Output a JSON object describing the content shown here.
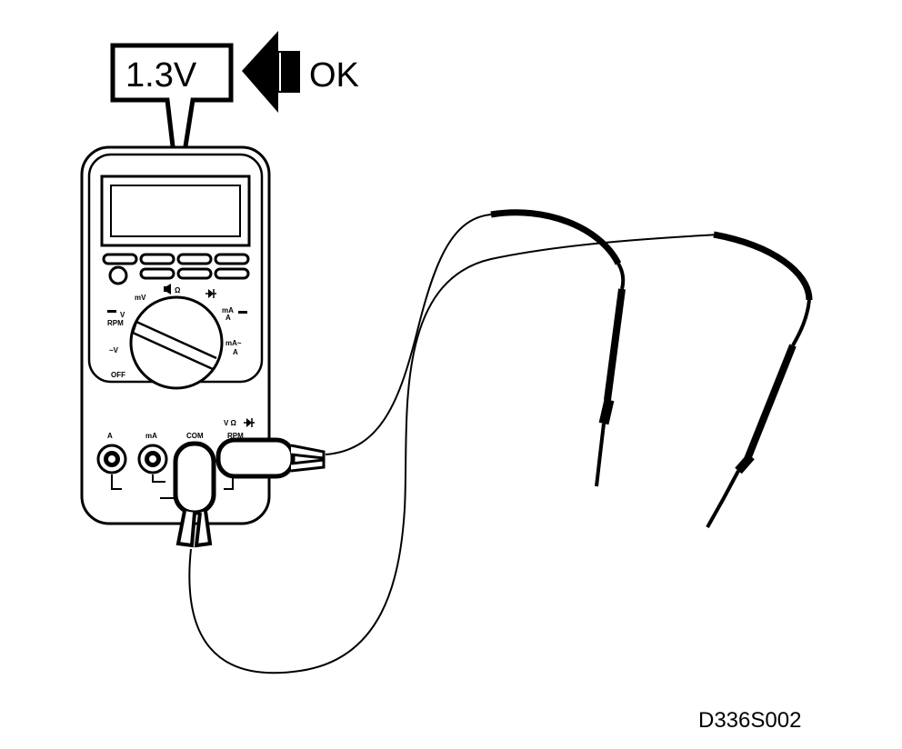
{
  "callout": {
    "reading": "1.3V",
    "verdict": "OK"
  },
  "dial_labels": {
    "mv": "mV",
    "dc_v": "V",
    "rpm": "RPM",
    "ac_v": "~V",
    "off": "OFF",
    "buzzer_ohm": "Ω",
    "ma_a_dc": "mA\nA",
    "ma_a_ac": "mA~\nA"
  },
  "jack_labels": {
    "a": "A",
    "ma": "mA",
    "com": "COM",
    "v_ohm": "V Ω",
    "rpm": "RPM"
  },
  "figure_code": "D336S002",
  "icons": [
    "diode-icon",
    "buzzer-icon",
    "dc-symbol-icon",
    "arrow-left-icon"
  ]
}
